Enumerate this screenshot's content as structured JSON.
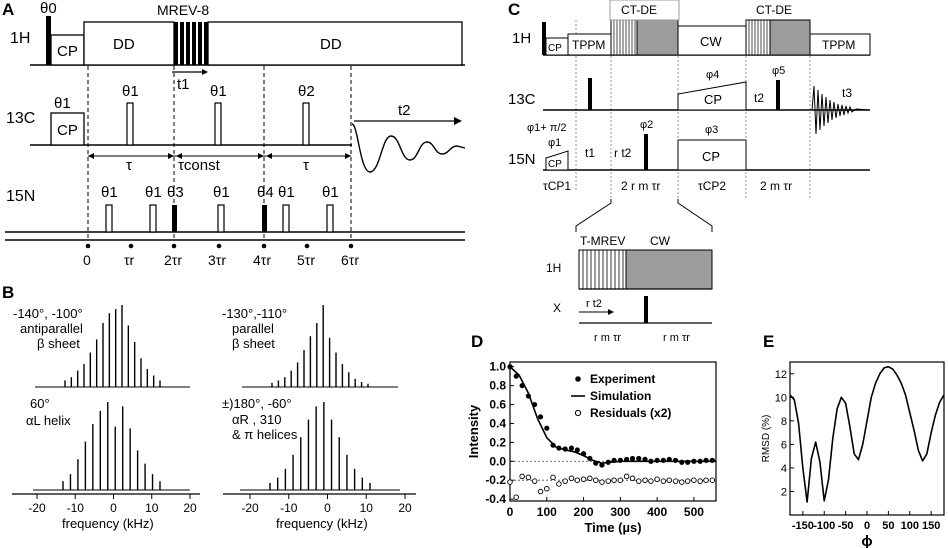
{
  "panels": {
    "A": "A",
    "B": "B",
    "C": "C",
    "D": "D",
    "E": "E"
  },
  "panelA": {
    "nucleus_1h": "1H",
    "nucleus_13c": "13C",
    "nucleus_15n": "15N",
    "theta0": "θ0",
    "cp": "CP",
    "dd": "DD",
    "mrev": "MREV-8",
    "t1": "t1",
    "theta1": "θ1",
    "theta2": "θ2",
    "theta3": "θ3",
    "theta4": "θ4",
    "t2": "t2",
    "tau": "τ",
    "tau_const": "τconst",
    "axis_ticks": [
      "0",
      "τr",
      "2τr",
      "3τr",
      "4τr",
      "5τr",
      "6τr"
    ]
  },
  "panelB": {
    "spectra": [
      {
        "angles": "-140°, -100°",
        "line1": "antiparallel",
        "line2": "β sheet"
      },
      {
        "angles": "-130°,-110°",
        "line1": "parallel",
        "line2": "β sheet"
      },
      {
        "angles": "60°",
        "line1": "αL helix",
        "line2": ""
      },
      {
        "angles": "±)180°, -60°",
        "line1": "αR , 310",
        "line2": "& π helices"
      }
    ],
    "xticks": [
      "-20",
      "-10",
      "0",
      "10",
      "20"
    ],
    "xlabel": "frequency (kHz)"
  },
  "panelC": {
    "ctde": "CT-DE",
    "tppm": "TPPM",
    "cw": "CW",
    "cp": "CP",
    "phi1": "φ1",
    "phi1_label": "φ1+ π/2",
    "phi2": "φ2",
    "phi3": "φ3",
    "phi4": "φ4",
    "phi5": "φ5",
    "t1": "t1",
    "rt2": "r t2",
    "t2": "t2",
    "t3": "t3",
    "tau_cp1": "τCP1",
    "tau_cp2": "τCP2",
    "two_rm": "2 r m τr",
    "two_m": "2 m τr",
    "tmrev": "T-MREV",
    "x": "X",
    "rm": "r m τr",
    "nucleus_1h": "1H",
    "nucleus_13c": "13C",
    "nucleus_15n": "15N"
  },
  "chart_data": [
    {
      "type": "scatter",
      "panel": "D",
      "xlabel": "Time (µs)",
      "ylabel": "Intensity",
      "xlim": [
        0,
        560
      ],
      "ylim": [
        -0.42,
        1.05
      ],
      "xticks": [
        0,
        100,
        200,
        300,
        400,
        500
      ],
      "yticks": [
        1.0,
        0.8,
        0.6,
        0.4,
        0.2,
        0.0,
        -0.2,
        -0.4
      ],
      "legend": [
        "Experiment",
        "Simulation",
        "Residuals (x2)"
      ],
      "series": [
        {
          "name": "Experiment",
          "marker": "filled-circle",
          "x": [
            0,
            17,
            33,
            50,
            67,
            83,
            100,
            117,
            133,
            150,
            167,
            183,
            200,
            217,
            233,
            250,
            267,
            283,
            300,
            317,
            333,
            350,
            367,
            383,
            400,
            417,
            433,
            450,
            467,
            483,
            500,
            517,
            533,
            550
          ],
          "y": [
            1.0,
            0.9,
            0.8,
            0.69,
            0.6,
            0.47,
            0.35,
            0.17,
            0.14,
            0.13,
            0.14,
            0.12,
            0.08,
            0.03,
            -0.02,
            -0.04,
            -0.01,
            0.01,
            0.01,
            0.02,
            0.03,
            0.03,
            0.02,
            0.0,
            0.01,
            0.01,
            0.02,
            0.01,
            -0.01,
            -0.01,
            0.0,
            0.0,
            0.01,
            0.01
          ]
        },
        {
          "name": "Simulation",
          "marker": "line",
          "x": [
            0,
            25,
            50,
            75,
            100,
            125,
            150,
            175,
            200,
            225,
            250,
            275,
            300,
            350,
            400,
            450,
            500,
            560
          ],
          "y": [
            1.0,
            0.91,
            0.72,
            0.45,
            0.25,
            0.15,
            0.12,
            0.1,
            0.06,
            0.01,
            -0.02,
            -0.01,
            0.0,
            0.0,
            0.0,
            0.0,
            0.0,
            0.0
          ]
        },
        {
          "name": "Residuals (x2)",
          "marker": "open-circle",
          "x": [
            0,
            17,
            33,
            50,
            67,
            83,
            100,
            117,
            133,
            150,
            167,
            183,
            200,
            217,
            233,
            250,
            267,
            283,
            300,
            317,
            333,
            350,
            367,
            383,
            400,
            417,
            433,
            450,
            467,
            483,
            500,
            517,
            533,
            550
          ],
          "y": [
            -0.22,
            -0.38,
            -0.16,
            -0.17,
            -0.21,
            -0.32,
            -0.29,
            -0.17,
            -0.24,
            -0.21,
            -0.18,
            -0.2,
            -0.19,
            -0.18,
            -0.2,
            -0.22,
            -0.21,
            -0.2,
            -0.2,
            -0.16,
            -0.18,
            -0.21,
            -0.2,
            -0.21,
            -0.19,
            -0.21,
            -0.2,
            -0.21,
            -0.22,
            -0.21,
            -0.2,
            -0.21,
            -0.2,
            -0.2
          ]
        }
      ],
      "reference_lines": [
        0.0,
        -0.2
      ]
    },
    {
      "type": "line",
      "panel": "E",
      "xlabel": "ϕ",
      "ylabel": "RMSD (%)",
      "xlim": [
        -180,
        180
      ],
      "ylim": [
        0,
        13
      ],
      "xticks": [
        -150,
        -100,
        -50,
        0,
        50,
        100,
        150
      ],
      "yticks": [
        2,
        4,
        6,
        8,
        10,
        12
      ],
      "series": [
        {
          "name": "",
          "x": [
            -180,
            -170,
            -160,
            -150,
            -140,
            -130,
            -120,
            -110,
            -100,
            -90,
            -80,
            -70,
            -60,
            -50,
            -40,
            -30,
            -20,
            -10,
            0,
            10,
            20,
            30,
            40,
            50,
            60,
            70,
            80,
            90,
            100,
            110,
            120,
            130,
            140,
            150,
            160,
            170,
            180
          ],
          "y": [
            10.2,
            9.8,
            7.8,
            4.0,
            1.1,
            4.8,
            6.2,
            4.5,
            1.2,
            3.0,
            6.5,
            9.0,
            10.0,
            9.5,
            7.5,
            5.2,
            4.7,
            6.0,
            8.0,
            10.0,
            11.2,
            12.0,
            12.5,
            12.6,
            12.4,
            11.9,
            11.2,
            10.2,
            8.7,
            7.2,
            5.5,
            4.6,
            5.2,
            7.0,
            8.5,
            9.6,
            10.2
          ]
        }
      ]
    }
  ]
}
